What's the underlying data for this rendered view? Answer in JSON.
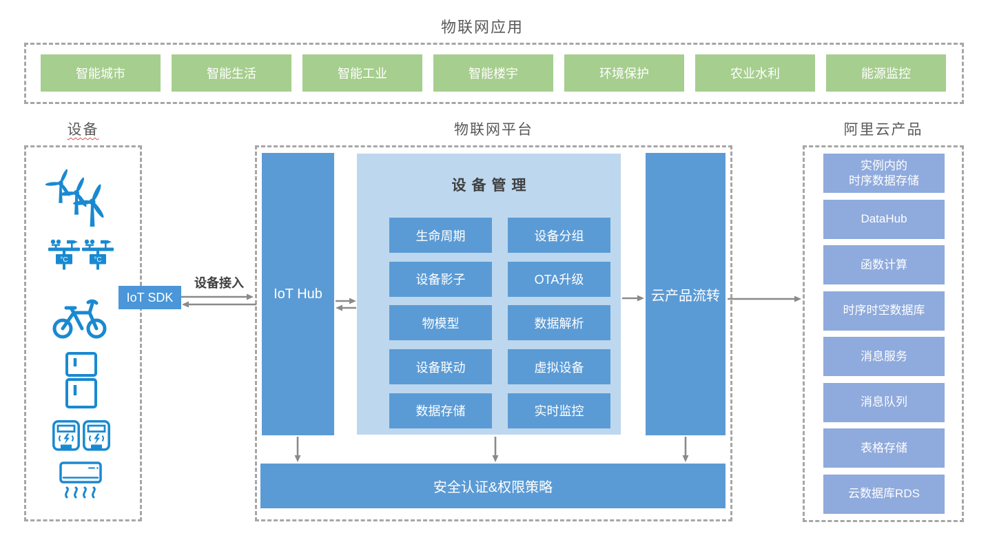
{
  "title": "物联网应用",
  "headers": {
    "devices": "设备",
    "platform": "物联网平台",
    "cloud": "阿里云产品"
  },
  "applications": [
    "智能城市",
    "智能生活",
    "智能工业",
    "智能楼宇",
    "环境保护",
    "农业水利",
    "能源监控"
  ],
  "device_access": {
    "sdk_label": "IoT SDK",
    "arrow_label": "设备接入"
  },
  "platform": {
    "hub_label": "IoT Hub",
    "management_title": "设备管理",
    "management_items": [
      "生命周期",
      "设备分组",
      "设备影子",
      "OTA升级",
      "物模型",
      "数据解析",
      "设备联动",
      "虚拟设备",
      "数据存储",
      "实时监控"
    ],
    "flow_label": "云产品流转",
    "security_label": "安全认证&权限策略"
  },
  "cloud_products": [
    "实例内的\n时序数据存储",
    "DataHub",
    "函数计算",
    "时序时空数据库",
    "消息服务",
    "消息队列",
    "表格存储",
    "云数据库RDS"
  ],
  "device_icons": [
    "wind-turbines",
    "weather-stations",
    "shared-bike",
    "refrigerator",
    "smart-meters",
    "air-conditioner"
  ],
  "colors": {
    "app_green": "#a6ce8e",
    "platform_blue": "#5b9bd5",
    "management_panel_blue": "#bdd7ee",
    "product_blue": "#8faadc",
    "sdk_blue": "#4a96d8",
    "device_icon_blue": "#1989d1",
    "dash_gray": "#a6a6a6",
    "arrow_gray": "#8a8a8a",
    "header_text_gray": "#595959"
  }
}
